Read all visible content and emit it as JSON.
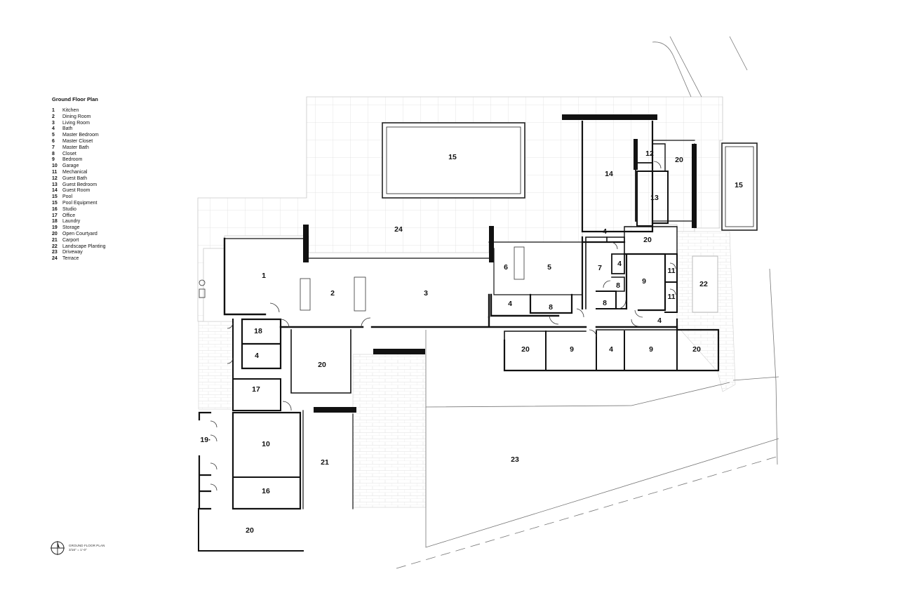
{
  "legend": {
    "title": "Ground Floor Plan",
    "items": [
      {
        "num": "1",
        "label": "Kitchen"
      },
      {
        "num": "2",
        "label": "Dining Room"
      },
      {
        "num": "3",
        "label": "Living Room"
      },
      {
        "num": "4",
        "label": "Bath"
      },
      {
        "num": "5",
        "label": "Master Bedroom"
      },
      {
        "num": "6",
        "label": "Master Closet"
      },
      {
        "num": "7",
        "label": "Master Bath"
      },
      {
        "num": "8",
        "label": "Closet"
      },
      {
        "num": "9",
        "label": "Bedroom"
      },
      {
        "num": "10",
        "label": "Garage"
      },
      {
        "num": "11",
        "label": "Mechanical"
      },
      {
        "num": "12",
        "label": "Guest Bath"
      },
      {
        "num": "13",
        "label": "Guest Bedroom"
      },
      {
        "num": "14",
        "label": "Guest Room"
      },
      {
        "num": "15",
        "label": "Pool"
      },
      {
        "num": "15",
        "label": "Pool Equipment"
      },
      {
        "num": "16",
        "label": "Studio"
      },
      {
        "num": "17",
        "label": "Office"
      },
      {
        "num": "18",
        "label": "Laundry"
      },
      {
        "num": "19",
        "label": "Storage"
      },
      {
        "num": "20",
        "label": "Open Courtyard"
      },
      {
        "num": "21",
        "label": "Carport"
      },
      {
        "num": "22",
        "label": "Landscape Planting"
      },
      {
        "num": "23",
        "label": "Driveway"
      },
      {
        "num": "24",
        "label": "Terrace"
      }
    ]
  },
  "rooms": [
    {
      "id": "pool-main",
      "label": "15"
    },
    {
      "id": "pool-side",
      "label": "15"
    },
    {
      "id": "terrace",
      "label": "24"
    },
    {
      "id": "kitchen",
      "label": "1"
    },
    {
      "id": "dining",
      "label": "2"
    },
    {
      "id": "living",
      "label": "3"
    },
    {
      "id": "guest-room",
      "label": "14"
    },
    {
      "id": "guest-bath",
      "label": "12"
    },
    {
      "id": "guest-bedroom",
      "label": "13"
    },
    {
      "id": "courtyard-ne",
      "label": "20"
    },
    {
      "id": "bath-top",
      "label": "4"
    },
    {
      "id": "courtyard-mid",
      "label": "20"
    },
    {
      "id": "master-closet",
      "label": "6"
    },
    {
      "id": "master-bedroom",
      "label": "5"
    },
    {
      "id": "master-bath",
      "label": "7"
    },
    {
      "id": "bath-small",
      "label": "4"
    },
    {
      "id": "closet-a",
      "label": "8"
    },
    {
      "id": "bedroom-a",
      "label": "9"
    },
    {
      "id": "mech-a",
      "label": "11"
    },
    {
      "id": "mech-b",
      "label": "11"
    },
    {
      "id": "planting",
      "label": "22"
    },
    {
      "id": "bath-master-low",
      "label": "4"
    },
    {
      "id": "closet-b",
      "label": "8"
    },
    {
      "id": "closet-c",
      "label": "8"
    },
    {
      "id": "bath-hall",
      "label": "4"
    },
    {
      "id": "courtyard-s1",
      "label": "20"
    },
    {
      "id": "bedroom-b",
      "label": "9"
    },
    {
      "id": "bath-south",
      "label": "4"
    },
    {
      "id": "bedroom-c",
      "label": "9"
    },
    {
      "id": "courtyard-s2",
      "label": "20"
    },
    {
      "id": "laundry",
      "label": "18"
    },
    {
      "id": "bath-west",
      "label": "4"
    },
    {
      "id": "courtyard-west",
      "label": "20"
    },
    {
      "id": "office",
      "label": "17"
    },
    {
      "id": "storage",
      "label": "19·"
    },
    {
      "id": "garage",
      "label": "10"
    },
    {
      "id": "carport",
      "label": "21"
    },
    {
      "id": "studio",
      "label": "16"
    },
    {
      "id": "courtyard-sw",
      "label": "20"
    },
    {
      "id": "driveway",
      "label": "23"
    }
  ],
  "scale": {
    "line1": "GROUND FLOOR PLAN",
    "line2": "3/16\" = 1'-0\""
  }
}
